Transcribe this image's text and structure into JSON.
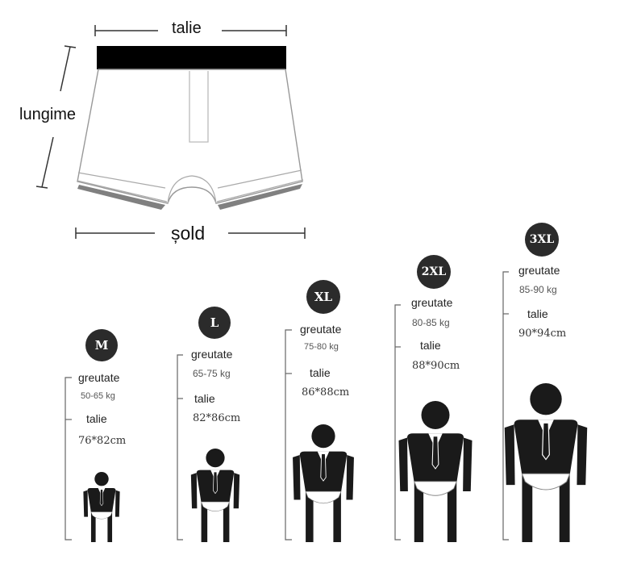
{
  "diagram": {
    "dimensions": {
      "waist_label": "talie",
      "length_label": "lungime",
      "hip_label": "șold"
    },
    "sizes": [
      {
        "size": "M",
        "weight_label": "greutate",
        "weight": "50-65 kg",
        "waist_label": "talie",
        "waist": "76*82cm"
      },
      {
        "size": "L",
        "weight_label": "greutate",
        "weight": "65-75 kg",
        "waist_label": "talie",
        "waist": "82*86cm"
      },
      {
        "size": "XL",
        "weight_label": "greutate",
        "weight": "75-80 kg",
        "waist_label": "talie",
        "waist": "86*88cm"
      },
      {
        "size": "2XL",
        "weight_label": "greutate",
        "weight": "80-85 kg",
        "waist_label": "talie",
        "waist": "88*90cm"
      },
      {
        "size": "3XL",
        "weight_label": "greutate",
        "weight": "85-90 kg",
        "waist_label": "talie",
        "waist": "90*94cm"
      }
    ],
    "colors": {
      "badge": "#2b2b2b",
      "figure": "#1a1a1a",
      "waistband": "#000000"
    }
  }
}
